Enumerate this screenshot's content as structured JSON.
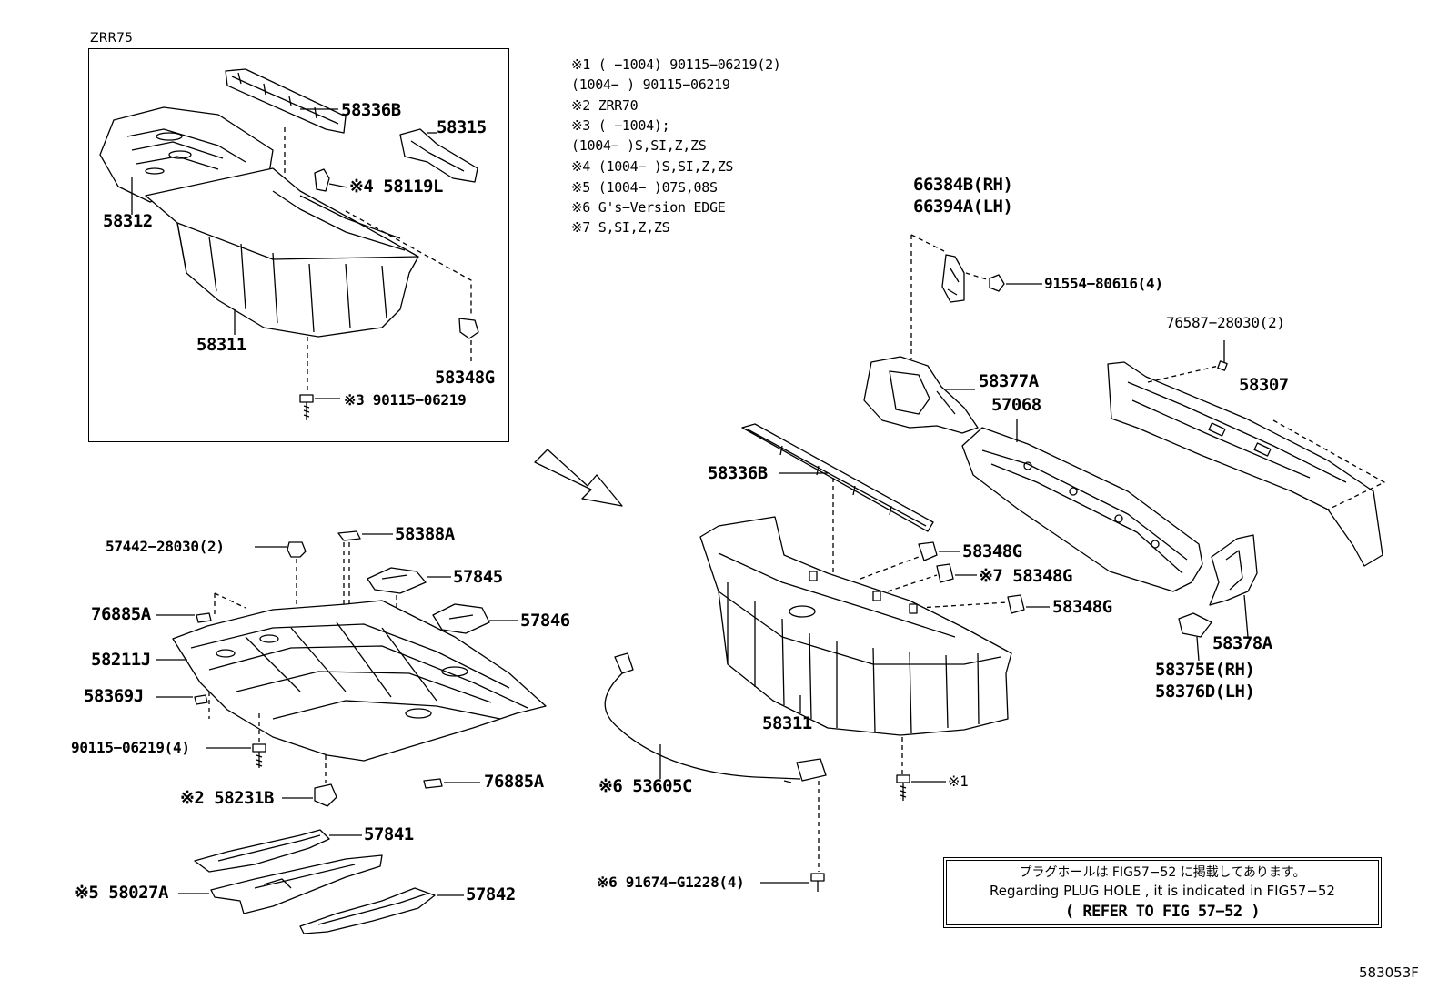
{
  "inset": {
    "title": "ZRR75"
  },
  "notes": [
    "※1 (     −1004) 90115−06219(2)",
    "     (1004−     ) 90115−06219",
    "※2 ZRR70",
    "※3 (     −1004);",
    "     (1004−     )S,SI,Z,ZS",
    "※4 (1004−     )S,SI,Z,ZS",
    "※5 (1004−     )07S,08S",
    "※6 G's−Version EDGE",
    "※7 S,SI,Z,ZS"
  ],
  "part_labels": {
    "inset_58336B": "58336B",
    "inset_58315": "58315",
    "inset_58119L": "※4 58119L",
    "inset_58312": "58312",
    "inset_58311": "58311",
    "inset_58348G": "58348G",
    "inset_90115": "※3 90115−06219",
    "p66384B": "66384B(RH)",
    "p66394A": "66394A(LH)",
    "p91554": "91554−80616(4)",
    "p76587": "76587−28030(2)",
    "p58377A": "58377A",
    "p57068": "57068",
    "p58307": "58307",
    "p58336B": "58336B",
    "p58348G_1": "58348G",
    "p58348G_2": "※7 58348G",
    "p58348G_3": "58348G",
    "p58378A": "58378A",
    "p58375E": "58375E(RH)",
    "p58376D": "58376D(LH)",
    "p58311": "58311",
    "p53605C": "※6 53605C",
    "p91674": "※6 91674−G1228(4)",
    "p_ref1": "※1",
    "p57442": "57442−28030(2)",
    "p58388A": "58388A",
    "p57845": "57845",
    "p57846": "57846",
    "p76885A_1": "76885A",
    "p58211J": "58211J",
    "p58369J": "58369J",
    "p90115": "90115−06219(4)",
    "p76885A_2": "76885A",
    "p58231B": "※2 58231B",
    "p57841": "57841",
    "p58027A": "※5 58027A",
    "p57842": "57842"
  },
  "plug_note": {
    "line1": "プラグホールは FIG57−52 に掲載してあります。",
    "line2": "Regarding  PLUG HOLE , it is indicated in FIG57−52",
    "line3": "(   REFER TO FIG 57−52  )"
  },
  "figure_number": "583053F"
}
